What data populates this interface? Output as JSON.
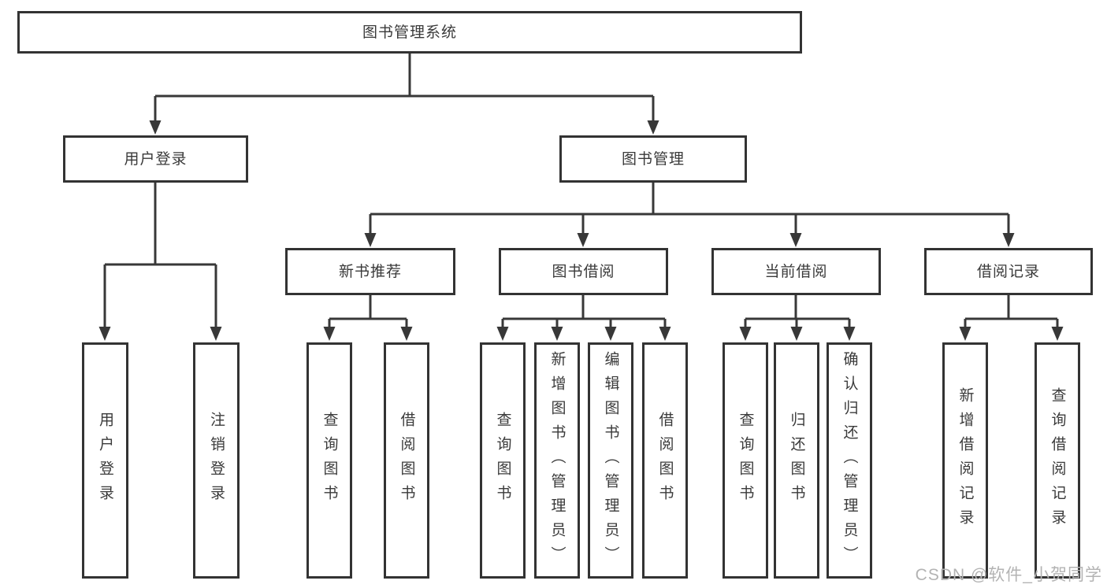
{
  "diagram_title": "图书管理系统",
  "tree": {
    "label": "图书管理系统",
    "children": [
      {
        "label": "用户登录",
        "children": [
          {
            "label": "用户登录"
          },
          {
            "label": "注销登录"
          }
        ]
      },
      {
        "label": "图书管理",
        "children": [
          {
            "label": "新书推荐",
            "children": [
              {
                "label": "查询图书"
              },
              {
                "label": "借阅图书"
              }
            ]
          },
          {
            "label": "图书借阅",
            "children": [
              {
                "label": "查询图书"
              },
              {
                "label": "新增图书（管理员）"
              },
              {
                "label": "编辑图书（管理员）"
              },
              {
                "label": "借阅图书"
              }
            ]
          },
          {
            "label": "当前借阅",
            "children": [
              {
                "label": "查询图书"
              },
              {
                "label": "归还图书"
              },
              {
                "label": "确认归还（管理员）"
              }
            ]
          },
          {
            "label": "借阅记录",
            "children": [
              {
                "label": "新增借阅记录"
              },
              {
                "label": "查询借阅记录"
              }
            ]
          }
        ]
      }
    ]
  },
  "watermark": {
    "text": "CSDN @软件_小贺同学"
  },
  "colors": {
    "background": "#ffffff",
    "box_border": "#333333",
    "line": "#383838",
    "text": "#3a3a3a",
    "watermark": "#b3b3b3"
  }
}
